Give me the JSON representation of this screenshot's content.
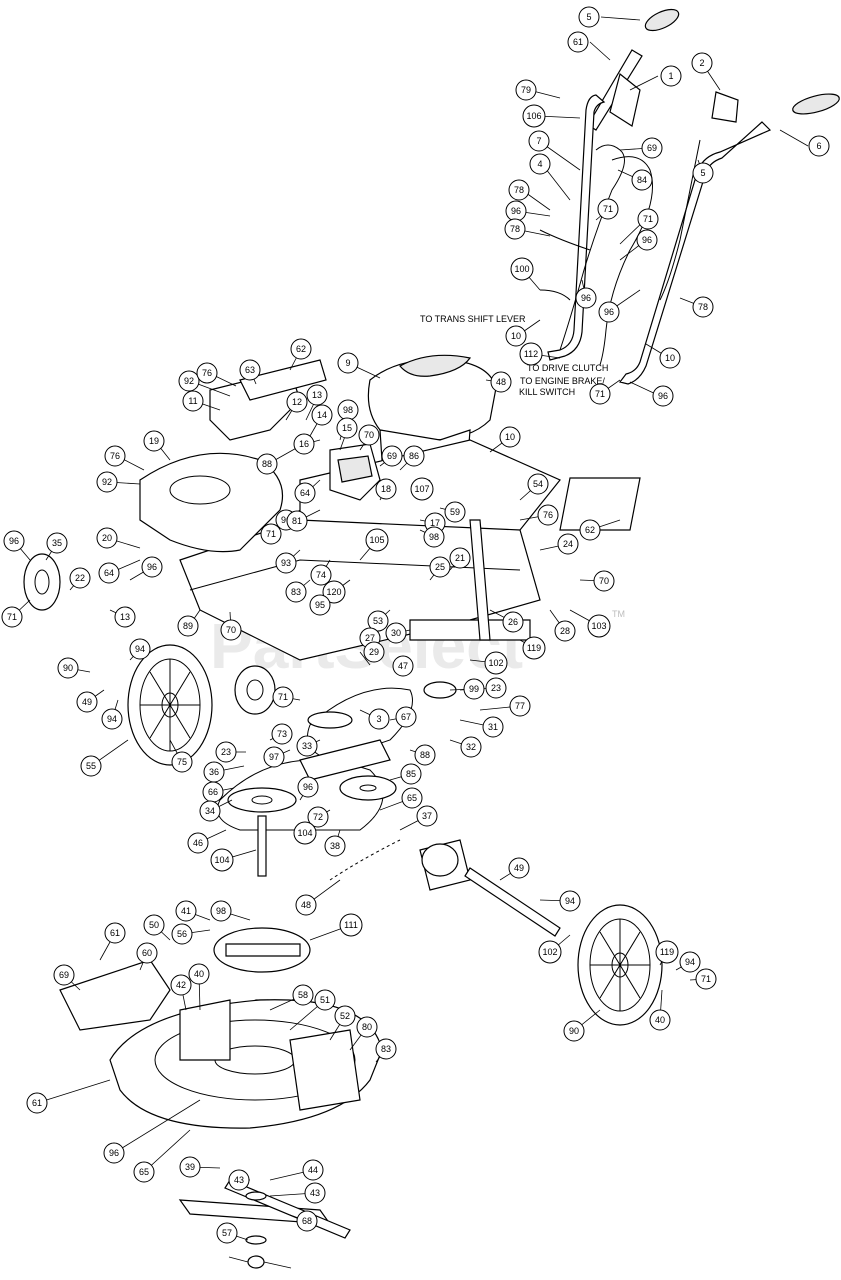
{
  "watermark": {
    "text": "PartSelect",
    "mark": "TM"
  },
  "notes": {
    "trans_shift_lever": "TO TRANS SHIFT LEVER",
    "drive_clutch": "TO DRIVE CLUTCH",
    "engine_brake_line1": "TO ENGINE BRAKE/",
    "engine_brake_line2": "KILL SWITCH"
  },
  "callouts": [
    "5",
    "61",
    "1",
    "2",
    "79",
    "106",
    "69",
    "7",
    "6",
    "84",
    "5",
    "4",
    "78",
    "71",
    "96",
    "78",
    "71",
    "96",
    "100",
    "96",
    "96",
    "78",
    "10",
    "112",
    "10",
    "71",
    "96",
    "62",
    "9",
    "48",
    "92",
    "76",
    "63",
    "11",
    "12",
    "13",
    "14",
    "98",
    "15",
    "70",
    "16",
    "88",
    "10",
    "76",
    "19",
    "92",
    "69",
    "86",
    "107",
    "54",
    "64",
    "96",
    "71",
    "18",
    "17",
    "98",
    "59",
    "76",
    "62",
    "24",
    "81",
    "96",
    "35",
    "20",
    "64",
    "93",
    "74",
    "105",
    "120",
    "83",
    "95",
    "25",
    "21",
    "70",
    "22",
    "96",
    "13",
    "71",
    "89",
    "70",
    "53",
    "26",
    "103",
    "28",
    "30",
    "27",
    "29",
    "47",
    "119",
    "102",
    "90",
    "94",
    "49",
    "94",
    "55",
    "75",
    "71",
    "3",
    "67",
    "23",
    "99",
    "77",
    "31",
    "32",
    "73",
    "33",
    "88",
    "97",
    "23",
    "36",
    "66",
    "34",
    "96",
    "85",
    "72",
    "104",
    "65",
    "37",
    "38",
    "46",
    "104",
    "48",
    "94",
    "49",
    "102",
    "90",
    "119",
    "94",
    "71",
    "40",
    "41",
    "98",
    "111",
    "56",
    "50",
    "61",
    "60",
    "69",
    "42",
    "40",
    "58",
    "51",
    "52",
    "80",
    "83",
    "61",
    "96",
    "65",
    "39",
    "43",
    "44",
    "43",
    "68",
    "57"
  ]
}
